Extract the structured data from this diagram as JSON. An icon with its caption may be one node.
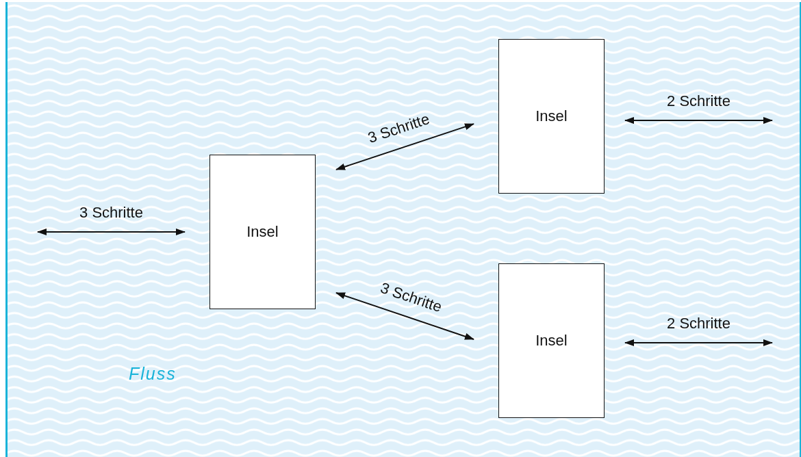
{
  "diagram": {
    "nodes": [
      {
        "text": [
          "Fluss"
        ]
      },
      {
        "text": [
          "Insel"
        ],
        "in": 0
      },
      {
        "text": [
          "Insel"
        ],
        "in": 0
      },
      {
        "text": [
          "Insel"
        ],
        "in": 0
      }
    ],
    "edges": [
      {
        "from": null,
        "to": 1,
        "arrow": "both",
        "label": "3 Schritte"
      },
      {
        "from": 1,
        "to": 2,
        "arrow": "both",
        "label": "3 Schritte"
      },
      {
        "from": 1,
        "to": 3,
        "arrow": "both",
        "label": "3 Schritte"
      },
      {
        "from": 2,
        "to": null,
        "arrow": "both",
        "label": "2 Schritte"
      },
      {
        "from": 3,
        "to": null,
        "arrow": "both",
        "label": "2 Schritte"
      }
    ]
  }
}
